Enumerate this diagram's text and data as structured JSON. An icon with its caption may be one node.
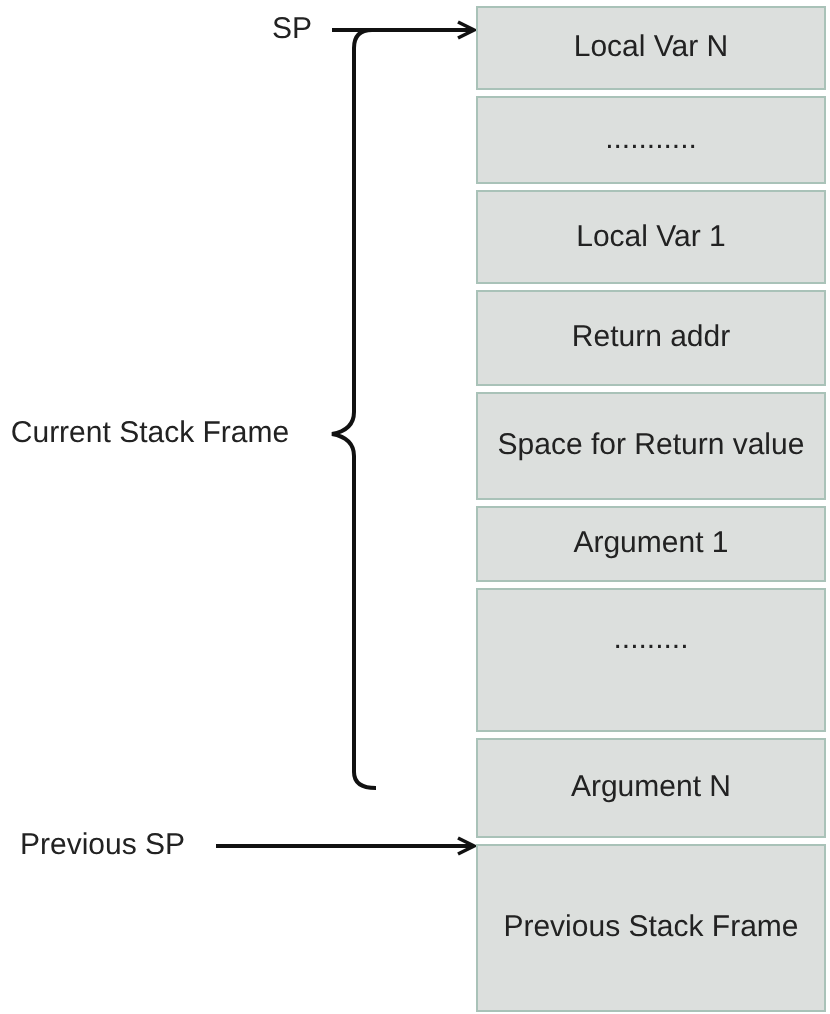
{
  "diagram": {
    "nodes": [
      {
        "text": [
          "SP"
        ]
      },
      {
        "text": [
          "Local Var N"
        ]
      },
      {
        "text": [
          "..........."
        ]
      },
      {
        "text": [
          "Local Var 1"
        ]
      },
      {
        "text": [
          "Return addr"
        ]
      },
      {
        "text": [
          "Space for Return value"
        ]
      },
      {
        "text": [
          "Argument 1"
        ]
      },
      {
        "text": [
          "........."
        ]
      },
      {
        "text": [
          "Argument N"
        ]
      },
      {
        "text": [
          "Previous Stack Frame"
        ]
      },
      {
        "text": [
          "Previous SP"
        ]
      }
    ],
    "edges": [
      {
        "from": 0,
        "to": 1,
        "arrow": "to"
      },
      {
        "from": 10,
        "to": 8,
        "arrow": "to"
      }
    ],
    "labels": [
      "Current Stack Frame"
    ]
  }
}
